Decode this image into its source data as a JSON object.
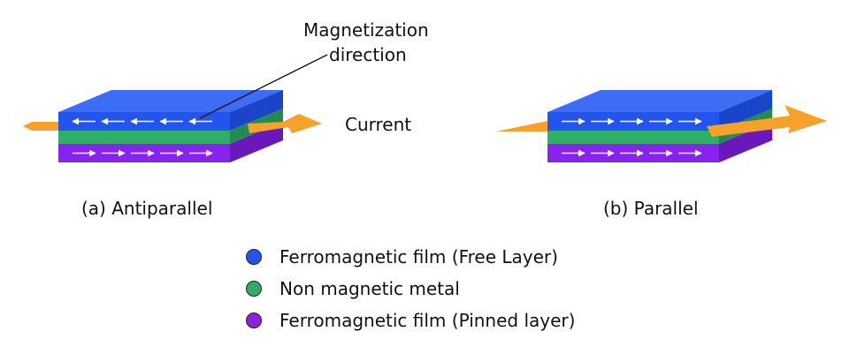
{
  "labels": {
    "magnetization_line1": "Magnetization",
    "magnetization_line2": "direction",
    "current": "Current",
    "caption_a": "(a) Antiparallel",
    "caption_b": "(b) Parallel"
  },
  "legend": [
    {
      "label": "Ferromagnetic film (Free Layer)",
      "color": "#2255ee"
    },
    {
      "label": "Non magnetic metal",
      "color": "#33aa66"
    },
    {
      "label": "Ferromagnetic film (Pinned layer)",
      "color": "#8822dd"
    }
  ],
  "colors": {
    "free_front": "#2255ee",
    "free_top": "#3d6cf5",
    "free_side": "#1a45c8",
    "nonmag_front": "#2fae66",
    "nonmag_side": "#238b50",
    "pinned_front": "#8822ee",
    "pinned_side": "#6a17bb",
    "current_arrow": "#f5a12a",
    "field_arrow": "#ffffff"
  },
  "diagrams": [
    {
      "name": "antiparallel",
      "free_arrow_direction": "left",
      "pinned_arrow_direction": "right"
    },
    {
      "name": "parallel",
      "free_arrow_direction": "right",
      "pinned_arrow_direction": "right"
    }
  ]
}
